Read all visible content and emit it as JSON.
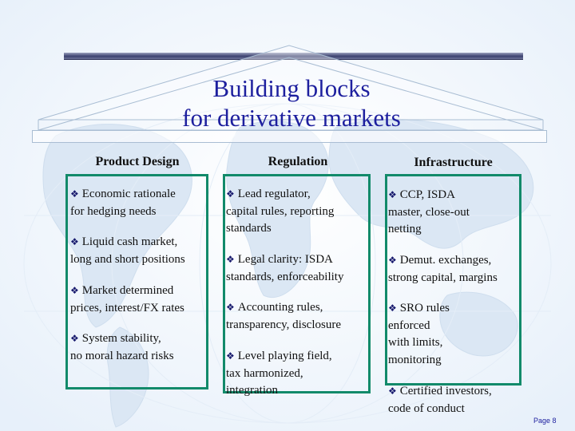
{
  "title_line1": "Building blocks",
  "title_line2": "for derivative markets",
  "bullet_glyph": "❖",
  "colors": {
    "title": "#1d1f9e",
    "column_border": "#128a6a",
    "bar": "#3c4270"
  },
  "columns": [
    {
      "heading": "Product Design",
      "items": [
        [
          "Economic rationale",
          "for hedging needs"
        ],
        [
          "Liquid cash market,",
          "long and short positions"
        ],
        [
          "Market determined",
          "prices, interest/FX rates"
        ],
        [
          "System stability,",
          "no moral hazard risks"
        ]
      ]
    },
    {
      "heading": "Regulation",
      "items": [
        [
          "Lead regulator,",
          "capital rules, reporting",
          "standards"
        ],
        [
          "Legal clarity: ISDA",
          "standards, enforceability"
        ],
        [
          "Accounting rules,",
          "transparency, disclosure"
        ],
        [
          "Level playing field,",
          "tax harmonized,",
          "integration"
        ]
      ]
    },
    {
      "heading": "Infrastructure",
      "items": [
        [
          "CCP, ISDA",
          "master, close-out",
          "netting"
        ],
        [
          "Demut. exchanges,",
          "strong capital, margins"
        ],
        [
          "SRO rules",
          "enforced",
          "with limits,",
          "monitoring"
        ],
        [
          "Certified investors,",
          "code of conduct"
        ]
      ]
    }
  ],
  "page_label": "Page 8"
}
